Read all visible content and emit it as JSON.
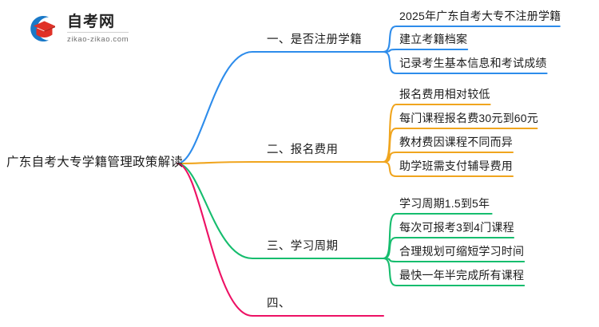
{
  "logo": {
    "title": "自考网",
    "domain": "zikao-zikao.com",
    "mark_icon": "graduation-cap-icon",
    "arc_color": "#1a79c8",
    "cap_color": "#e03127"
  },
  "mindmap": {
    "root": {
      "label": "广东自考大专学籍管理政策解读"
    },
    "branches": [
      {
        "label": "一、是否注册学籍",
        "color": "#2d8ceb",
        "leaves": [
          {
            "label": "2025年广东自考大专不注册学籍"
          },
          {
            "label": "建立考籍档案"
          },
          {
            "label": "记录考生基本信息和考试成绩"
          }
        ]
      },
      {
        "label": "二、报名费用",
        "color": "#f0a51e",
        "leaves": [
          {
            "label": "报名费用相对较低"
          },
          {
            "label": "每门课程报名费30元到60元"
          },
          {
            "label": "教材费因课程不同而异"
          },
          {
            "label": "助学班需支付辅导费用"
          }
        ]
      },
      {
        "label": "三、学习周期",
        "color": "#16bd6e",
        "leaves": [
          {
            "label": "学习周期1.5到5年"
          },
          {
            "label": "每次可报考3到4门课程"
          },
          {
            "label": "合理规划可缩短学习时间"
          },
          {
            "label": "最快一年半完成所有课程"
          }
        ]
      },
      {
        "label": "四、",
        "color": "#ed1164",
        "leaves": []
      }
    ]
  }
}
